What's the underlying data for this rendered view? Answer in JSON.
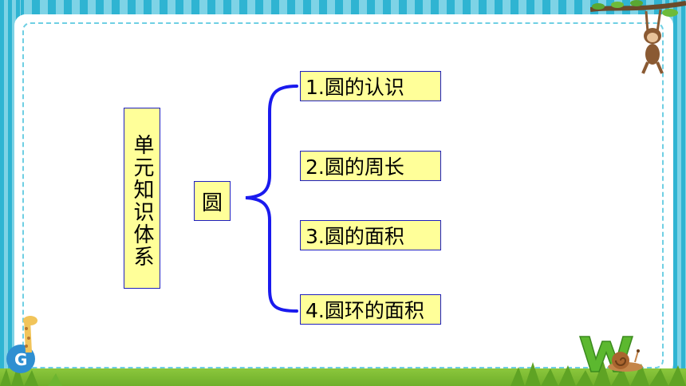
{
  "diagram": {
    "root_vertical_label": "单元知识体系",
    "center_label": "圆",
    "items": [
      {
        "label": "1.圆的认识"
      },
      {
        "label": "2.圆的周长"
      },
      {
        "label": "3.圆的面积"
      },
      {
        "label": "4.圆环的面积"
      }
    ]
  },
  "colors": {
    "box_fill": "#ffff99",
    "box_border": "#1f1fbf",
    "brace": "#1a1aee",
    "frame_stripe": "#2fb4d2",
    "grass": "#7cba32"
  },
  "decorations": [
    "monkey-on-branch-illustration",
    "giraffe-illustration",
    "letter-W-illustration",
    "snail-illustration",
    "grass-strip"
  ]
}
